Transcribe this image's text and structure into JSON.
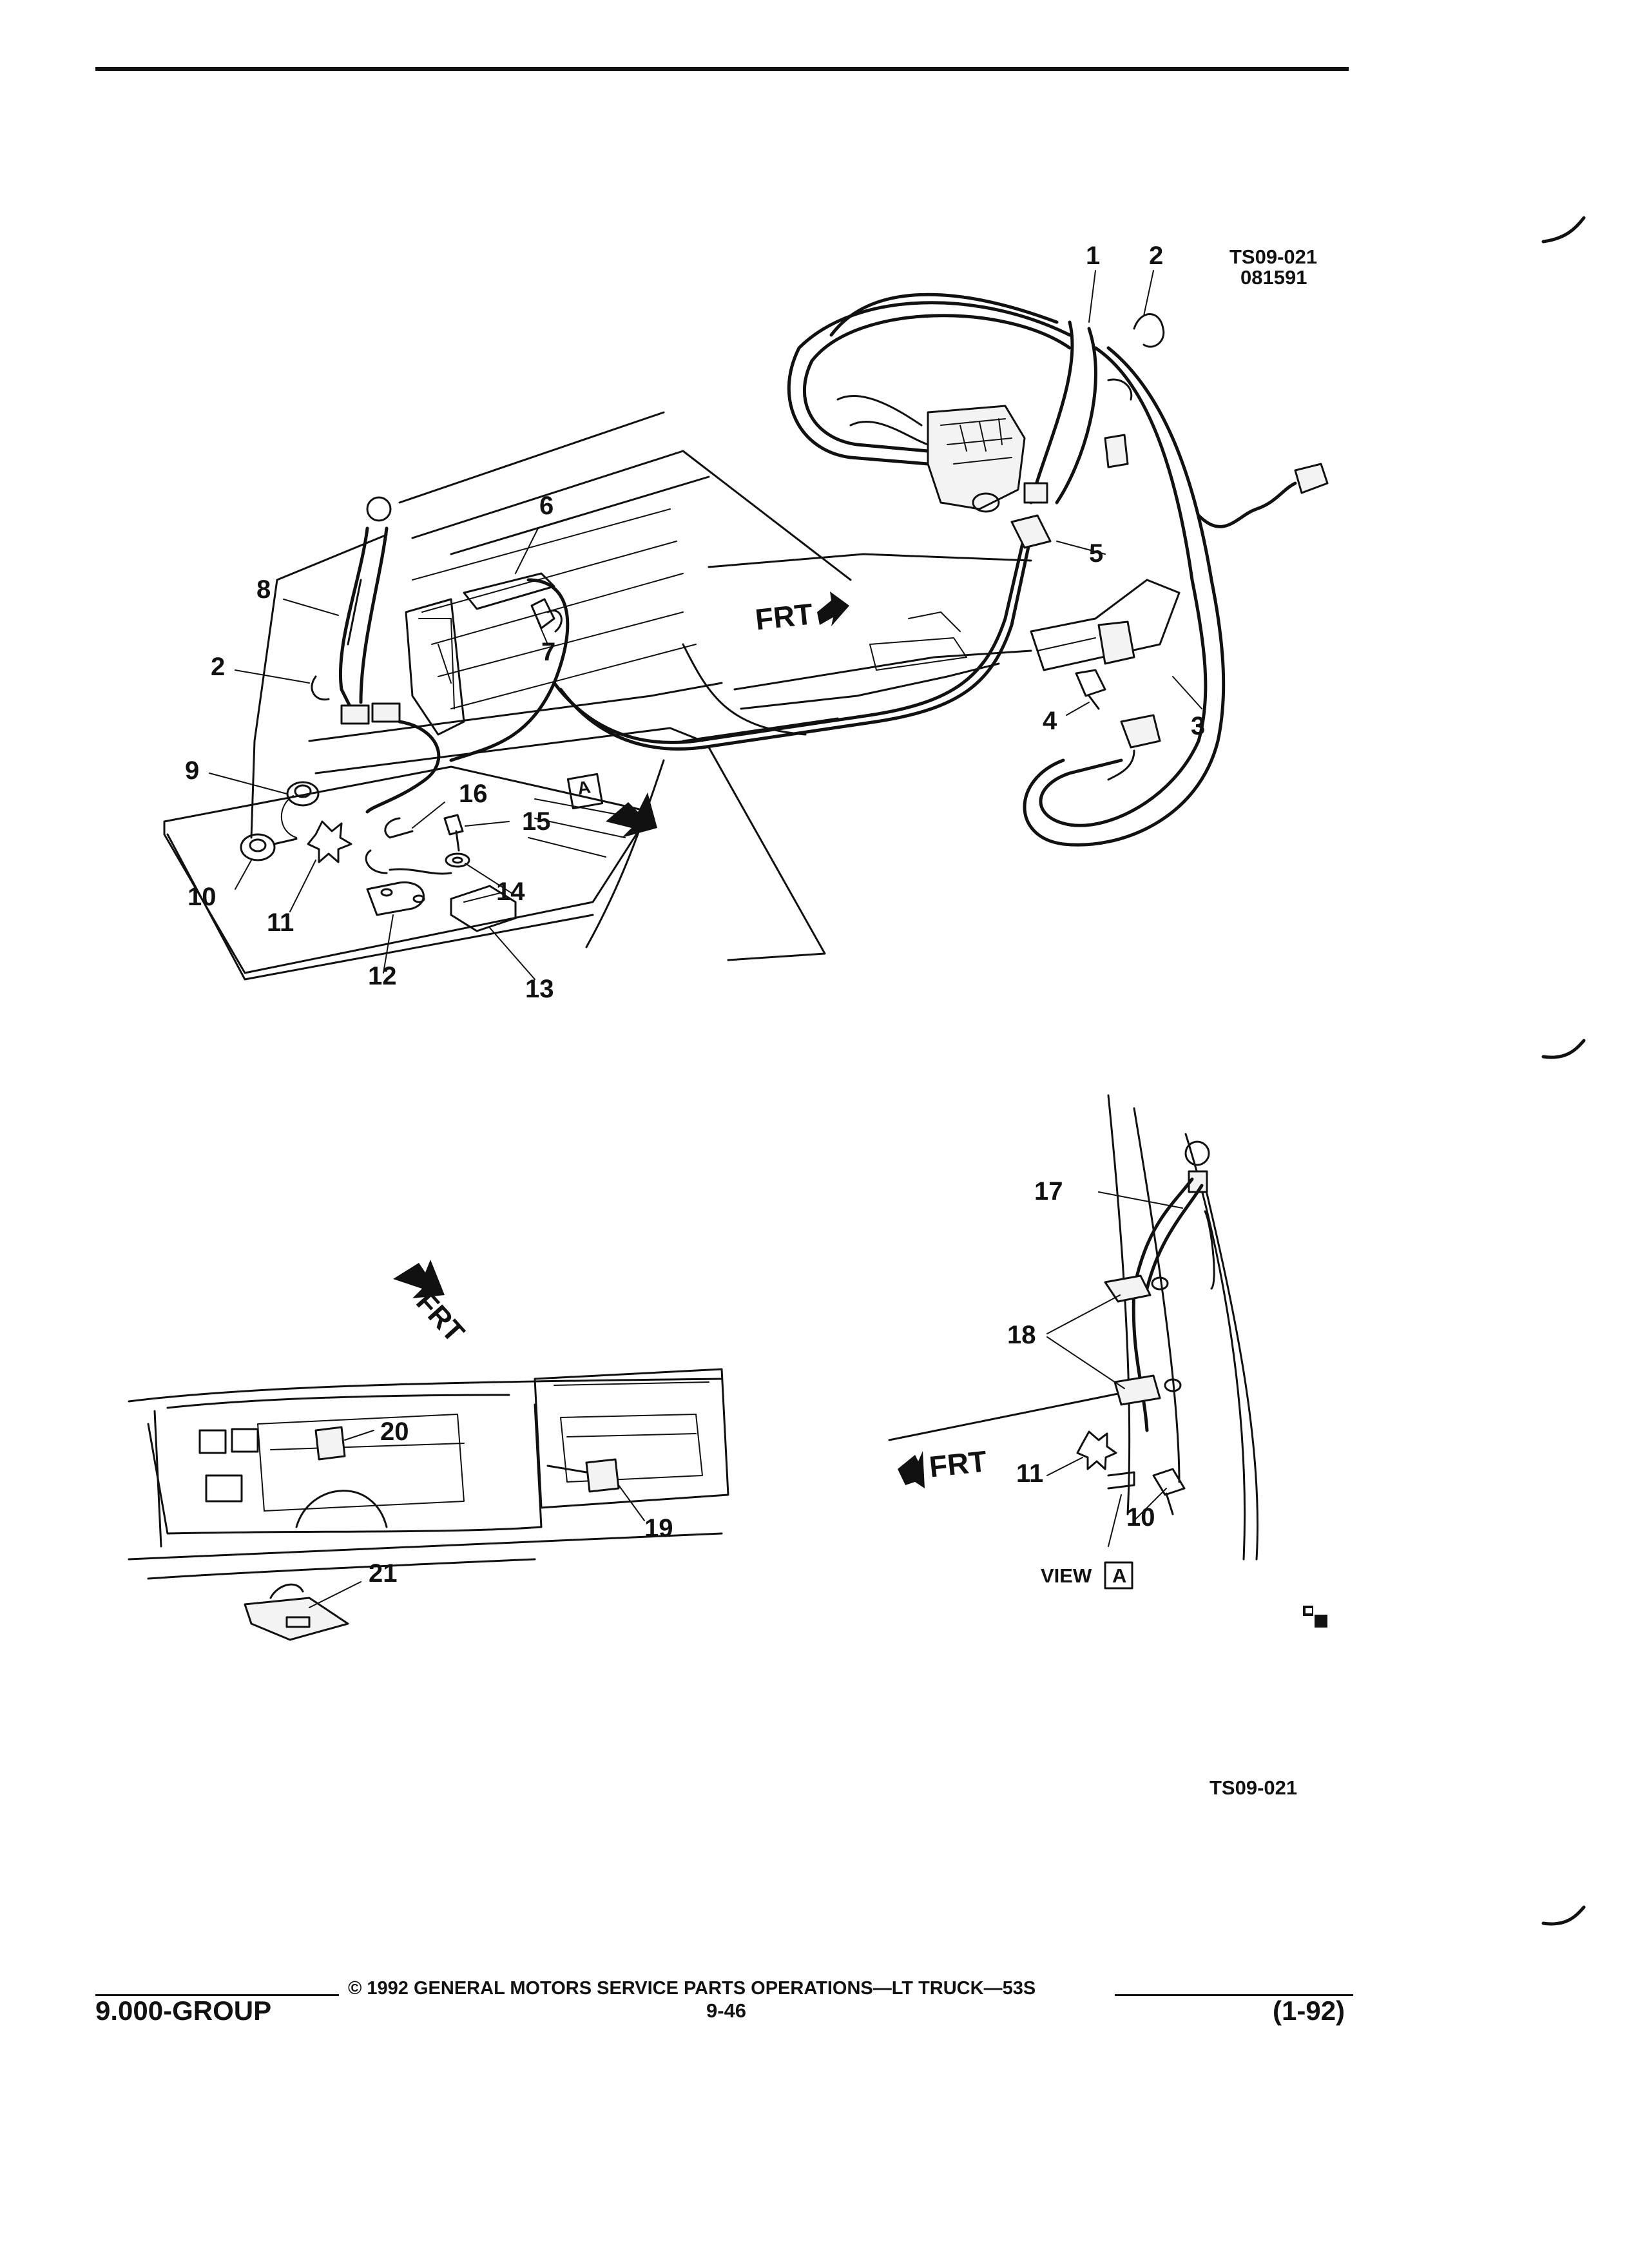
{
  "header": {
    "figure_code": "TS09-021",
    "figure_date": "081591"
  },
  "callouts": {
    "c1": "1",
    "c2a": "2",
    "c2b": "2",
    "c3": "3",
    "c4": "4",
    "c5": "5",
    "c6": "6",
    "c7": "7",
    "c8": "8",
    "c9": "9",
    "c10a": "10",
    "c10b": "10",
    "c11a": "11",
    "c11b": "11",
    "c12": "12",
    "c13": "13",
    "c14": "14",
    "c15": "15",
    "c16": "16",
    "c17": "17",
    "c18": "18",
    "c19": "19",
    "c20": "20",
    "c21": "21"
  },
  "direction_labels": {
    "frt_main": "FRT",
    "frt_dash": "FRT",
    "frt_view": "FRT",
    "view_ref_main": "A",
    "view_caption": "VIEW",
    "view_ref_caption": "A"
  },
  "figure_code_bottom": "TS09-021",
  "footer": {
    "copyright": "© 1992 GENERAL MOTORS SERVICE PARTS OPERATIONS—LT TRUCK—53S",
    "group": "9.000-GROUP",
    "page": "9-46",
    "revision": "(1-92)"
  },
  "icons": [
    "gm-logo-icon",
    "frt-arrow-icon",
    "view-a-arrow-icon"
  ],
  "colors": {
    "ink": "#111111",
    "paper": "#ffffff"
  }
}
